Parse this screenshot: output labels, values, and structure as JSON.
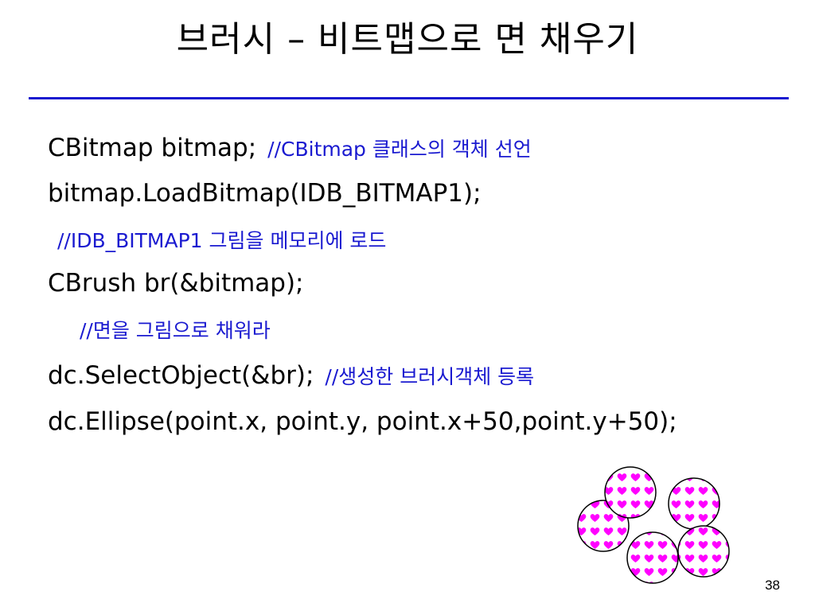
{
  "title": "브러시 – 비트맵으로 면 채우기",
  "code_lines": [
    {
      "code": "CBitmap bitmap;",
      "comment": "//CBitmap 클래스의 객체 선언"
    },
    {
      "code": "bitmap.LoadBitmap(IDB_BITMAP1);",
      "comment": ""
    },
    {
      "code": "",
      "comment": "//IDB_BITMAP1 그림을 메모리에 로드"
    },
    {
      "code": "CBrush br(&bitmap);",
      "comment": ""
    },
    {
      "code": "",
      "comment": "//면을 그림으로 채워라"
    },
    {
      "code": "dc.SelectObject(&br);",
      "comment": "//생성한 브러시객체 등록"
    },
    {
      "code": "dc.Ellipse(point.x, point.y, point.x+50,point.y+50);",
      "comment": ""
    }
  ],
  "page_number": "38",
  "colors": {
    "accent": "#1a1ad0",
    "heart": "#ff00ff",
    "ellipse_outline": "#000000"
  },
  "illustration": {
    "description_icon": "heart-pattern-filled-circles",
    "circle_count": 5
  }
}
